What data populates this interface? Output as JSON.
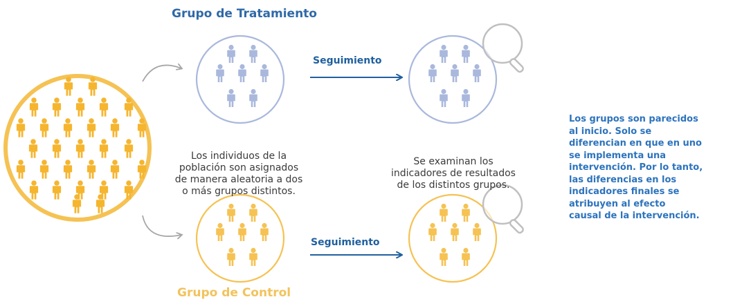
{
  "treatment_title": "Grupo de Tratamiento",
  "control_title": "Grupo de Control",
  "follow_up_top": "Seguimiento",
  "follow_up_bottom": "Seguimiento",
  "assignment_text": [
    "Los individuos de la",
    "población son asignados",
    "de manera aleatoria a dos",
    "o más grupos distintos."
  ],
  "examine_text": [
    "Se examinan los",
    "indicadores de resultados",
    "de los distintos grupos."
  ],
  "conclusion_text": [
    "Los grupos son parecidos",
    "al inicio. Solo se",
    "diferencian en que en uno",
    "se implementa una",
    "intervención. Por lo tanto,",
    "las diferencias en los",
    "indicadores finales se",
    "atribuyen al efecto",
    "causal de la intervención."
  ],
  "colors": {
    "treatment_blue": "#a9b8dc",
    "control_yellow": "#f5c253",
    "population_yellow": "#f5b52f",
    "title_blue": "#2f69a8",
    "arrow_blue": "#1f5f9e",
    "connector_gray": "#a6a6a6",
    "note_blue": "#2c73bd"
  },
  "icons": [
    "person-icon",
    "magnifier-icon",
    "arrow-right-icon",
    "curved-arrow-icon"
  ]
}
